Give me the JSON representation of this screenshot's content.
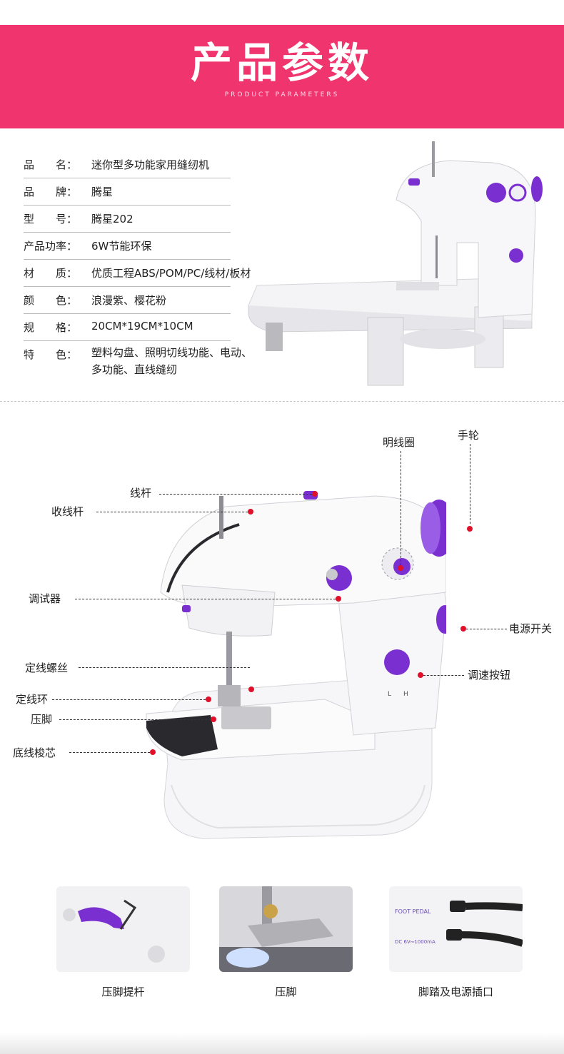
{
  "banner": {
    "title": "产品参数",
    "subtitle": "PRODUCT PARAMETERS"
  },
  "specs": [
    {
      "label": "品　　名：",
      "value": "迷你型多功能家用缝纫机"
    },
    {
      "label": "品　　牌：",
      "value": "腾星"
    },
    {
      "label": "型　　号：",
      "value": "腾星202"
    },
    {
      "label": "产品功率：",
      "value": "6W节能环保"
    },
    {
      "label": "材　　质：",
      "value": "优质工程ABS/POM/PC/线材/板材"
    },
    {
      "label": "颜　　色：",
      "value": "浪漫紫、樱花粉"
    },
    {
      "label": "规　　格：",
      "value": "20CM*19CM*10CM"
    },
    {
      "label": "特　　色：",
      "value": "塑料勾盘、照明切线功能、电动、多功能、直线缝纫"
    }
  ],
  "parts": {
    "mingxianquan": "明线圈",
    "shoulun": "手轮",
    "xiangan": "线杆",
    "shouxiangan": "收线杆",
    "tiaoshiqi": "调试器",
    "dingxianluosi": "定线螺丝",
    "dingxianhuan": "定线环",
    "yajiao": "压脚",
    "dixiansuoxin": "底线梭芯",
    "dianyuankaiguan": "电源开关",
    "tiaosuanniu": "调速按钮"
  },
  "machine_text": {
    "speed_low": "L",
    "speed_high": "H"
  },
  "thumbnails": [
    {
      "caption": "压脚提杆"
    },
    {
      "caption": "压脚"
    },
    {
      "caption": "脚踏及电源插口",
      "print_1": "FOOT PEDAL",
      "print_2": "DC 6V⎓1000mA"
    }
  ],
  "colors": {
    "banner": "#f0356e",
    "accent_purple": "#7a2fd0",
    "marker_red": "#e0102a"
  }
}
